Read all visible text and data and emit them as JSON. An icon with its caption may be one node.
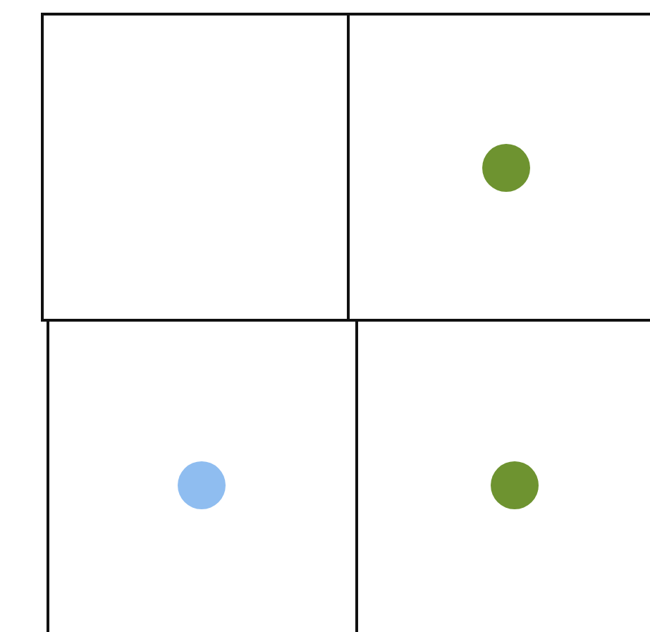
{
  "diagram": {
    "nodes": [
      {
        "text": [],
        "shape": "box"
      },
      {
        "text": [],
        "shape": "box"
      },
      {
        "text": [],
        "shape": "circle",
        "in": 1
      },
      {
        "text": [],
        "shape": "box"
      },
      {
        "text": [],
        "shape": "circle",
        "in": 3
      },
      {
        "text": [],
        "shape": "box"
      },
      {
        "text": [],
        "shape": "circle",
        "in": 5
      }
    ]
  }
}
